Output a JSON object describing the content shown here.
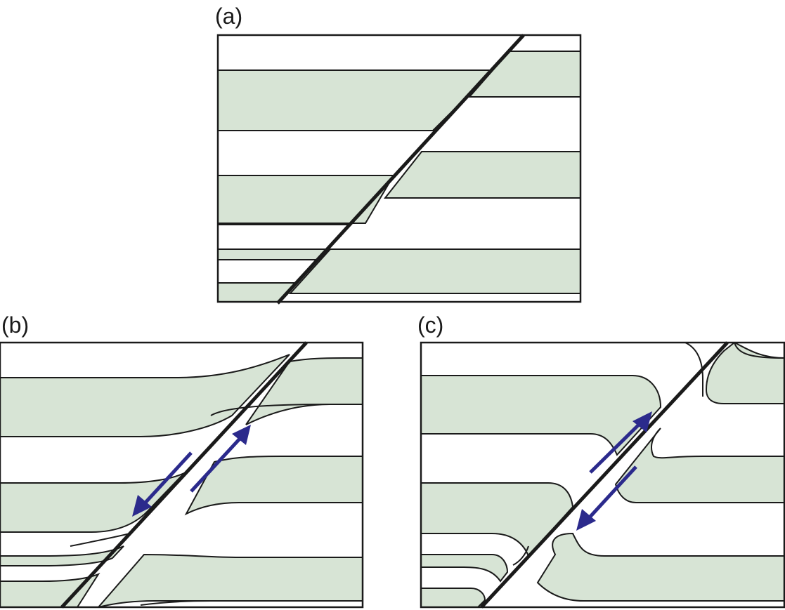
{
  "panels": [
    {
      "id": "a",
      "label": "(a)"
    },
    {
      "id": "b",
      "label": "(b)"
    },
    {
      "id": "c",
      "label": "(c)"
    }
  ],
  "colors": {
    "bed_fill": "#d7e4d5",
    "outline": "#1a1a1a",
    "slip_arrow": "#2b2a8c",
    "background": "#ffffff"
  },
  "icons": [
    "slip-arrow-up-right-icon",
    "slip-arrow-down-left-icon"
  ]
}
